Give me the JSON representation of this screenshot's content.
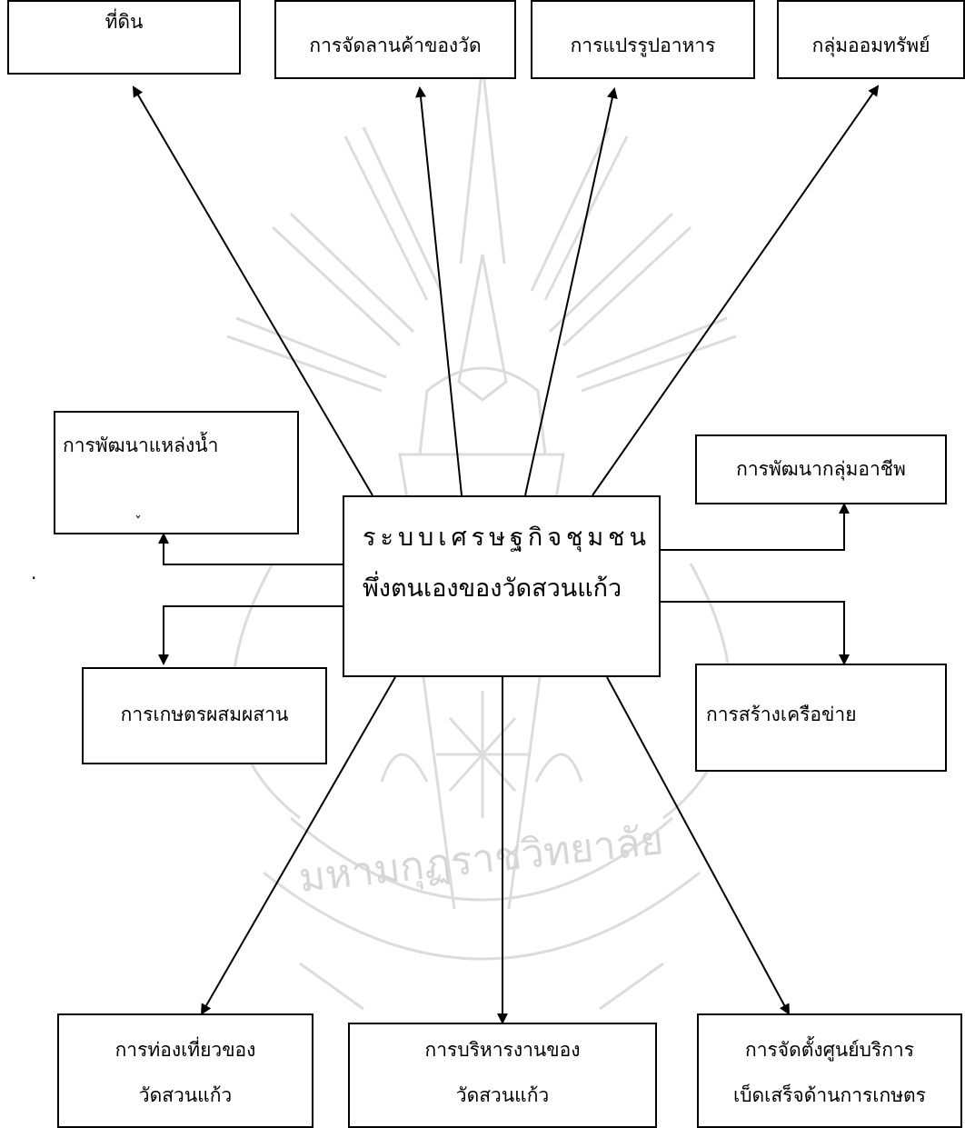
{
  "center": {
    "line1": "ระบบเศรษฐกิจชุมชน",
    "line2": "พึ่งตนเองของวัดสวนแก้ว"
  },
  "top_boxes": {
    "land": "ที่ดิน",
    "market": "การจัดลานค้าของวัด",
    "food_processing": "การแปรรูปอาหาร",
    "savings_group": "กลุ่มออมทรัพย์"
  },
  "side_boxes": {
    "water": "การพัฒนาแหล่งน้ำ",
    "occupation": "การพัฒนากลุ่มอาชีพ",
    "integrated_farming": "การเกษตรผสมผสาน",
    "network": "การสร้างเครือข่าย"
  },
  "bottom_boxes": {
    "tourism_line1": "การท่องเที่ยวของ",
    "tourism_line2": "วัดสวนแก้ว",
    "management_line1": "การบริหารงานของ",
    "management_line2": "วัดสวนแก้ว",
    "service_line1": "การจัดตั้งศูนย์บริการ",
    "service_line2": "เบ็ดเสร็จด้านการเกษตร"
  },
  "watermark_text": "มหามกุฏราชวิทยาลัย",
  "colors": {
    "line": "#000000",
    "watermark": "#d9d9d9"
  }
}
